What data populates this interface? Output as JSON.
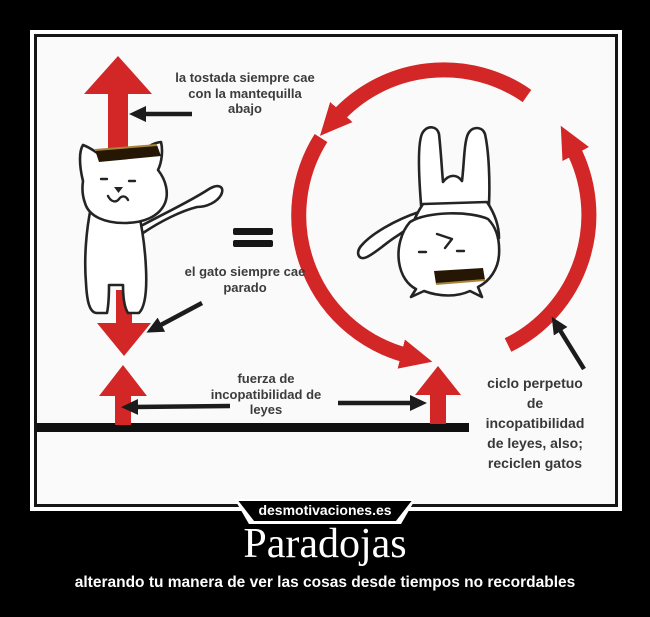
{
  "poster": {
    "watermark": "desmotivaciones.es",
    "title": "Paradojas",
    "subtitle": "alterando tu manera de ver las cosas desde tiempos no recordables"
  },
  "comic": {
    "labels": {
      "toast_rule": "la tostada siempre cae\ncon la mantequilla\nabajo",
      "cat_rule": "el gato siempre cae\nparado",
      "force": "fuerza de\nincopatibilidad de\nleyes",
      "cycle": "ciclo perpetuo\nde\nincopatibilidad\nde leyes, also;\nreciclen gatos",
      "equals_sign": "="
    },
    "colors": {
      "red": "#d32626",
      "ink": "#1c1c1c",
      "label_gray": "#3c3c3c",
      "paper": "#fafafa"
    }
  }
}
